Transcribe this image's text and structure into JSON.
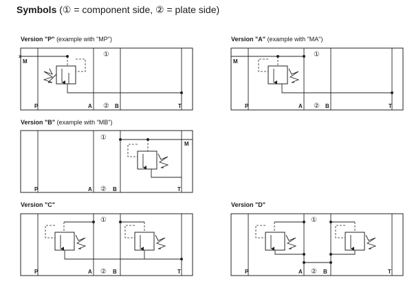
{
  "title": {
    "bold": "Symbols",
    "rest": " (① = component side, ② = plate side)"
  },
  "diagrams": [
    {
      "caption_bold": "Version \"P\"",
      "caption_rest": " (example with \"MP\")",
      "ports": {
        "left": "P",
        "a": "A",
        "b": "B",
        "right": "T",
        "gauge": "M"
      },
      "side_component": "①",
      "side_plate": "②"
    },
    {
      "caption_bold": "Version \"A\"",
      "caption_rest": " (example with \"MA\")",
      "ports": {
        "left": "P",
        "a": "A",
        "b": "B",
        "right": "T",
        "gauge": "M"
      },
      "side_component": "①",
      "side_plate": "②"
    },
    {
      "caption_bold": "Version \"B\"",
      "caption_rest": " (example with \"MB\")",
      "ports": {
        "left": "P",
        "a": "A",
        "b": "B",
        "right": "T",
        "gauge": "M"
      },
      "side_component": "①",
      "side_plate": "②"
    },
    {
      "caption_bold": "Version \"C\"",
      "caption_rest": "",
      "ports": {
        "left": "P",
        "a": "A",
        "b": "B",
        "right": "T"
      },
      "side_component": "①",
      "side_plate": "②"
    },
    {
      "caption_bold": "Version \"D\"",
      "caption_rest": "",
      "ports": {
        "left": "P",
        "a": "A",
        "b": "B",
        "right": "T"
      },
      "side_component": "①",
      "side_plate": "②"
    }
  ]
}
